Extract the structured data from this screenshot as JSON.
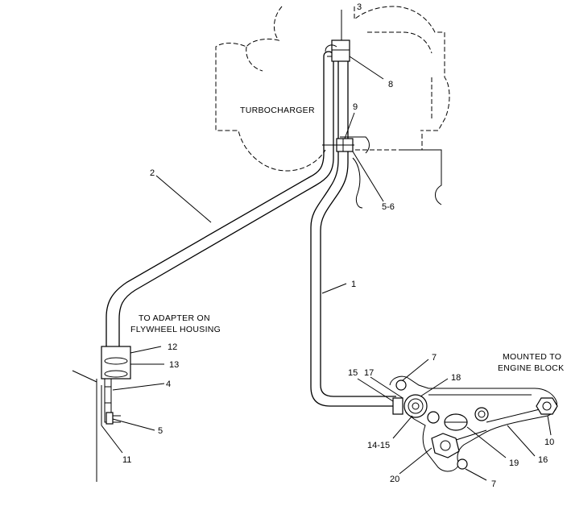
{
  "labels": {
    "turbocharger": "TURBOCHARGER",
    "adapter_line1": "TO ADAPTER ON",
    "adapter_line2": "FLYWHEEL HOUSING",
    "mounted_line1": "MOUNTED TO",
    "mounted_line2": "ENGINE BLOCK"
  },
  "callouts": {
    "c1": "1",
    "c2": "2",
    "c3": "3",
    "c4": "4",
    "c5_left": "5",
    "c5_6": "5-6",
    "c7_top": "7",
    "c7_bottom": "7",
    "c8": "8",
    "c9": "9",
    "c10": "10",
    "c11": "11",
    "c12": "12",
    "c13": "13",
    "c14_15": "14-15",
    "c15": "15",
    "c16": "16",
    "c17": "17",
    "c18": "18",
    "c19": "19",
    "c20": "20"
  }
}
